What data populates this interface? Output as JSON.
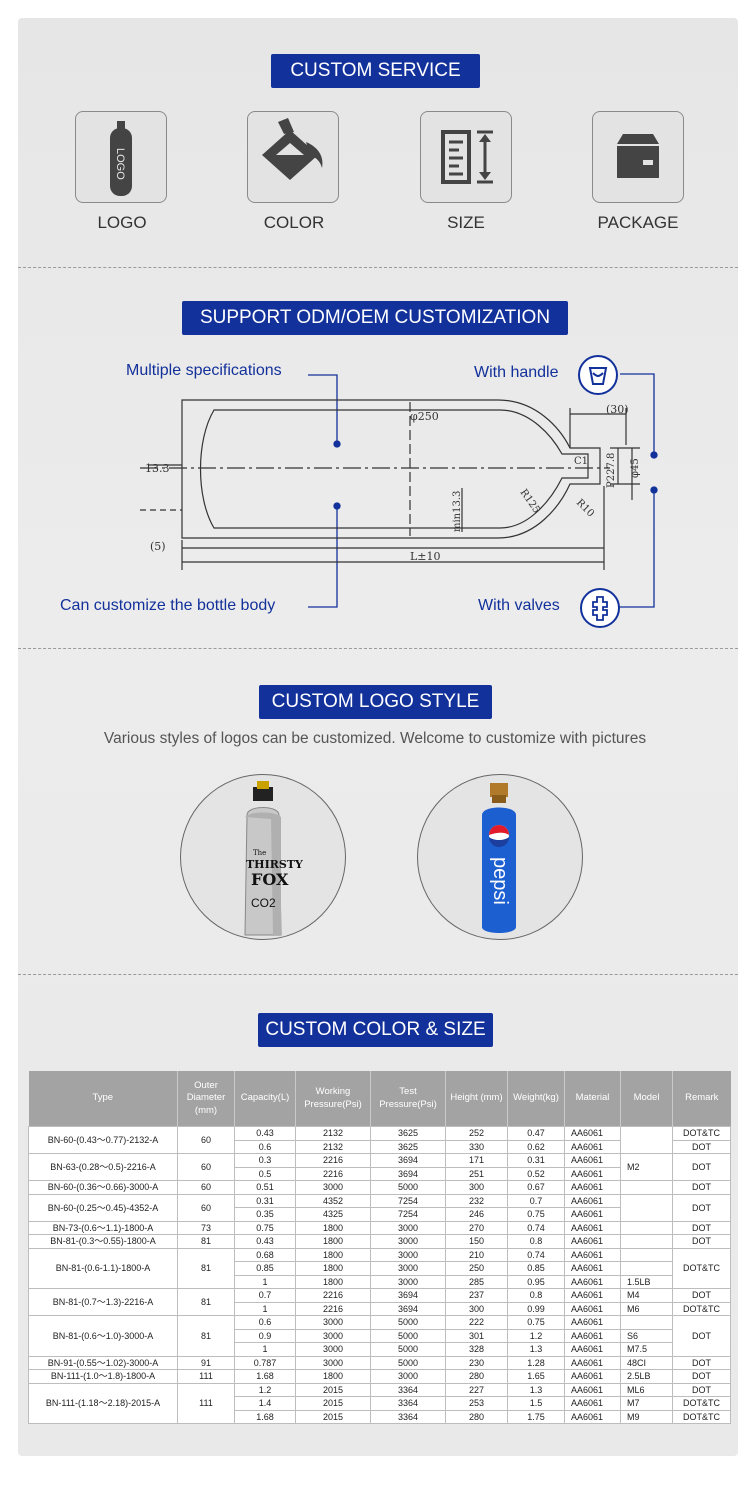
{
  "sections": {
    "service": {
      "title": "CUSTOM SERVICE",
      "items": [
        {
          "label": "LOGO"
        },
        {
          "label": "COLOR"
        },
        {
          "label": "SIZE"
        },
        {
          "label": "PACKAGE"
        }
      ]
    },
    "odm": {
      "title": "SUPPORT ODM/OEM CUSTOMIZATION",
      "callouts": {
        "multiple": "Multiple specifications",
        "handle": "With handle",
        "body": "Can customize the bottle body",
        "valves": "With valves"
      }
    },
    "logo_style": {
      "title": "CUSTOM LOGO STYLE",
      "subtitle": "Various styles of logos can be customized. Welcome to customize with pictures"
    },
    "color_size": {
      "title": "CUSTOM COLOR & SIZE"
    }
  },
  "logo_text": {
    "bottle": "LOGO",
    "fox1": "The",
    "fox2": "THIRSTY",
    "fox3": "FOX",
    "co2": "CO2",
    "pepsi": "pepsi"
  },
  "drawing": {
    "d30": "(30)",
    "d13": "13.3",
    "d5": "(5)",
    "phi250": "φ250",
    "min133": "min13.3",
    "r125": "R125",
    "r10": "R10",
    "l10": "L±10",
    "c1": "C1",
    "p2278": "P227.8",
    "phi45": "φ45"
  },
  "table": {
    "headers": [
      "Type",
      "Outer Diameter (mm)",
      "Capacity(L)",
      "Working Pressure(Psi)",
      "Test Pressure(Psi)",
      "Height (mm)",
      "Weight(kg)",
      "Material",
      "Model",
      "Remark"
    ],
    "groups": [
      {
        "type": "BN-60-(0.43～0.77)-2132-A",
        "diam": "60",
        "rows": [
          [
            "0.43",
            "2132",
            "3625",
            "252",
            "0.47",
            "AA6061"
          ],
          [
            "0.6",
            "2132",
            "3625",
            "330",
            "0.62",
            "AA6061"
          ]
        ],
        "model": [
          ""
        ],
        "remark": [
          "DOT&TC",
          "DOT"
        ]
      },
      {
        "type": "BN-63-(0.28～0.5)-2216-A",
        "diam": "60",
        "rows": [
          [
            "0.3",
            "2216",
            "3694",
            "171",
            "0.31",
            "AA6061"
          ],
          [
            "0.5",
            "2216",
            "3694",
            "251",
            "0.52",
            "AA6061"
          ]
        ],
        "model": [
          "M2"
        ],
        "remark": [
          "DOT"
        ]
      },
      {
        "type": "BN-60-(0.36～0.66)-3000-A",
        "diam": "60",
        "rows": [
          [
            "0.51",
            "3000",
            "5000",
            "300",
            "0.67",
            "AA6061"
          ]
        ],
        "model": [
          ""
        ],
        "remark": [
          "DOT"
        ]
      },
      {
        "type": "BN-60-(0.25～0.45)-4352-A",
        "diam": "60",
        "rows": [
          [
            "0.31",
            "4352",
            "7254",
            "232",
            "0.7",
            "AA6061"
          ],
          [
            "0.35",
            "4325",
            "7254",
            "246",
            "0.75",
            "AA6061"
          ]
        ],
        "model": [
          ""
        ],
        "remark": [
          "DOT"
        ]
      },
      {
        "type": "BN-73-(0.6～1.1)-1800-A",
        "diam": "73",
        "rows": [
          [
            "0.75",
            "1800",
            "3000",
            "270",
            "0.74",
            "AA6061"
          ]
        ],
        "model": [
          ""
        ],
        "remark": [
          "DOT"
        ]
      },
      {
        "type": "BN-81-(0.3～0.55)-1800-A",
        "diam": "81",
        "rows": [
          [
            "0.43",
            "1800",
            "3000",
            "150",
            "0.8",
            "AA6061"
          ]
        ],
        "model": [
          ""
        ],
        "remark": [
          "DOT"
        ]
      },
      {
        "type": "BN-81-(0.6-1.1)-1800-A",
        "diam": "81",
        "rows": [
          [
            "0.68",
            "1800",
            "3000",
            "210",
            "0.74",
            "AA6061"
          ],
          [
            "0.85",
            "1800",
            "3000",
            "250",
            "0.85",
            "AA6061"
          ],
          [
            "1",
            "1800",
            "3000",
            "285",
            "0.95",
            "AA6061"
          ]
        ],
        "model": [
          "",
          "",
          "1.5LB"
        ],
        "remark": [
          "DOT&TC"
        ]
      },
      {
        "type": "BN-81-(0.7～1.3)-2216-A",
        "diam": "81",
        "rows": [
          [
            "0.7",
            "2216",
            "3694",
            "237",
            "0.8",
            "AA6061"
          ],
          [
            "1",
            "2216",
            "3694",
            "300",
            "0.99",
            "AA6061"
          ]
        ],
        "model": [
          "M4",
          "M6"
        ],
        "remark": [
          "DOT",
          "DOT&TC"
        ]
      },
      {
        "type": "BN-81-(0.6～1.0)-3000-A",
        "diam": "81",
        "rows": [
          [
            "0.6",
            "3000",
            "5000",
            "222",
            "0.75",
            "AA6061"
          ],
          [
            "0.9",
            "3000",
            "5000",
            "301",
            "1.2",
            "AA6061"
          ],
          [
            "1",
            "3000",
            "5000",
            "328",
            "1.3",
            "AA6061"
          ]
        ],
        "model": [
          "",
          "S6",
          "M7.5"
        ],
        "remark": [
          "DOT"
        ]
      },
      {
        "type": "BN-91-(0.55～1.02)-3000-A",
        "diam": "91",
        "rows": [
          [
            "0.787",
            "3000",
            "5000",
            "230",
            "1.28",
            "AA6061"
          ]
        ],
        "model": [
          "48CI"
        ],
        "remark": [
          "DOT"
        ]
      },
      {
        "type": "BN-111-(1.0～1.8)-1800-A",
        "diam": "111",
        "rows": [
          [
            "1.68",
            "1800",
            "3000",
            "280",
            "1.65",
            "AA6061"
          ]
        ],
        "model": [
          "2.5LB"
        ],
        "remark": [
          "DOT"
        ]
      },
      {
        "type": "BN-111-(1.18～2.18)-2015-A",
        "diam": "111",
        "rows": [
          [
            "1.2",
            "2015",
            "3364",
            "227",
            "1.3",
            "AA6061"
          ],
          [
            "1.4",
            "2015",
            "3364",
            "253",
            "1.5",
            "AA6061"
          ],
          [
            "1.68",
            "2015",
            "3364",
            "280",
            "1.75",
            "AA6061"
          ]
        ],
        "model": [
          "ML6",
          "M7",
          "M9"
        ],
        "remark": [
          "DOT",
          "DOT&TC",
          "DOT&TC"
        ]
      }
    ]
  }
}
